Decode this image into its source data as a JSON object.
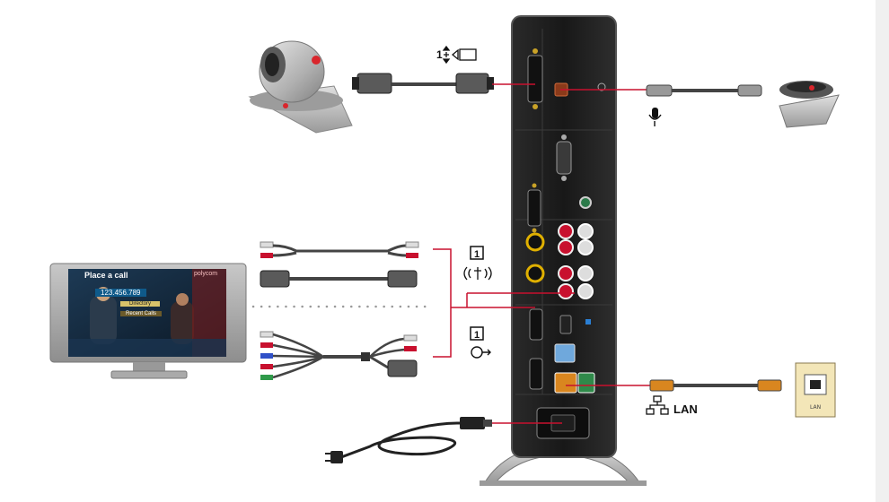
{
  "colors": {
    "connector_line": "#c8102e",
    "cable": "#444444",
    "device_body": "#1c1c1c",
    "camera_body": "#b8b8b8",
    "accent_red": "#d9262c",
    "yellow_jack": "#e0b000"
  },
  "labels": {
    "camera_port": "1",
    "tv_input_1": "1",
    "tv_input_2": "1",
    "lan": "LAN"
  },
  "tv_screen": {
    "title": "Place a call",
    "brand": "polycom",
    "number": "123.456.789",
    "menu_item_1": "Directory",
    "menu_item_2": "Recent Calls"
  },
  "wall_jack": {
    "label": "LAN"
  },
  "icons": [
    "camera-icon",
    "microphone-pod-icon",
    "television-icon",
    "lan-network-icon",
    "wall-jack-icon",
    "power-plug-icon",
    "microphone-symbol-icon",
    "audio-out-icon",
    "video-out-icon",
    "camera-control-icon"
  ]
}
